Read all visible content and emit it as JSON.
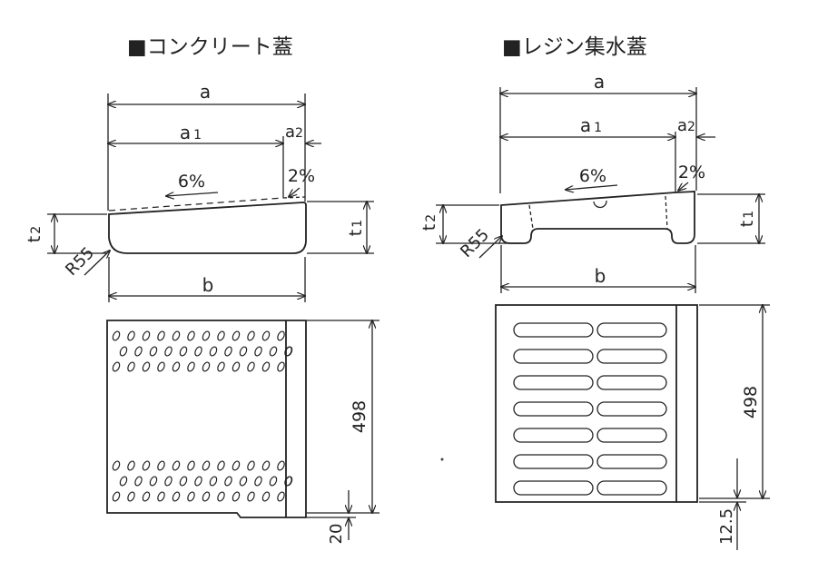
{
  "left": {
    "title": "■コンクリート蓋",
    "labels": {
      "a": "a",
      "a1": "a",
      "a1_sub": "1",
      "a2": "a",
      "a2_sub": "2",
      "slope_main": "6%",
      "slope_edge": "2%",
      "t2": "t",
      "t2_sub": "2",
      "t1": "t",
      "t1_sub": "1",
      "radius": "R55",
      "b": "b",
      "height": "498",
      "offset": "20"
    }
  },
  "right": {
    "title": "■レジン集水蓋",
    "labels": {
      "a": "a",
      "a1": "a",
      "a1_sub": "1",
      "a2": "a",
      "a2_sub": "2",
      "slope_main": "6%",
      "slope_edge": "2%",
      "t2": "t",
      "t2_sub": "2",
      "t1": "t",
      "t1_sub": "1",
      "radius": "R55",
      "b": "b",
      "height": "498",
      "offset": "12.5"
    }
  }
}
